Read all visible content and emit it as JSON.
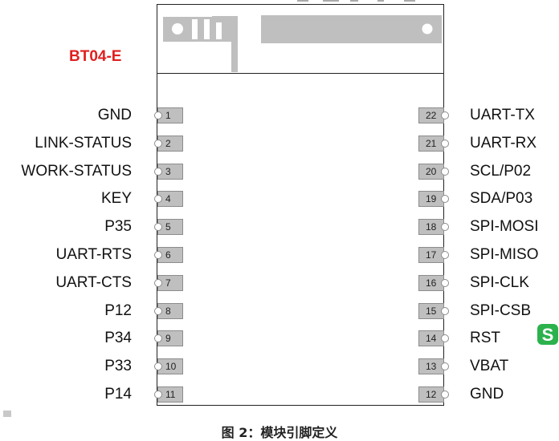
{
  "module": {
    "name": "BT04-E"
  },
  "caption": "图 2：模块引脚定义",
  "left_pins": [
    {
      "num": "1",
      "label": "GND"
    },
    {
      "num": "2",
      "label": "LINK-STATUS"
    },
    {
      "num": "3",
      "label": "WORK-STATUS"
    },
    {
      "num": "4",
      "label": "KEY"
    },
    {
      "num": "5",
      "label": "P35"
    },
    {
      "num": "6",
      "label": "UART-RTS"
    },
    {
      "num": "7",
      "label": "UART-CTS"
    },
    {
      "num": "8",
      "label": "P12"
    },
    {
      "num": "9",
      "label": "P34"
    },
    {
      "num": "10",
      "label": "P33"
    },
    {
      "num": "11",
      "label": "P14"
    }
  ],
  "right_pins": [
    {
      "num": "22",
      "label": "UART-TX"
    },
    {
      "num": "21",
      "label": "UART-RX"
    },
    {
      "num": "20",
      "label": "SCL/P02"
    },
    {
      "num": "19",
      "label": "SDA/P03"
    },
    {
      "num": "18",
      "label": "SPI-MOSI"
    },
    {
      "num": "17",
      "label": "SPI-MISO"
    },
    {
      "num": "16",
      "label": "SPI-CLK"
    },
    {
      "num": "15",
      "label": "SPI-CSB"
    },
    {
      "num": "14",
      "label": "RST"
    },
    {
      "num": "13",
      "label": "VBAT"
    },
    {
      "num": "12",
      "label": "GND"
    }
  ],
  "colors": {
    "module_label": "#e02020",
    "pad_fill": "#bfbfbf",
    "antenna_trace": "#bfbfbf",
    "watermark": "#2bb24c"
  },
  "icons": {
    "watermark": "sogou-s-logo-icon"
  }
}
